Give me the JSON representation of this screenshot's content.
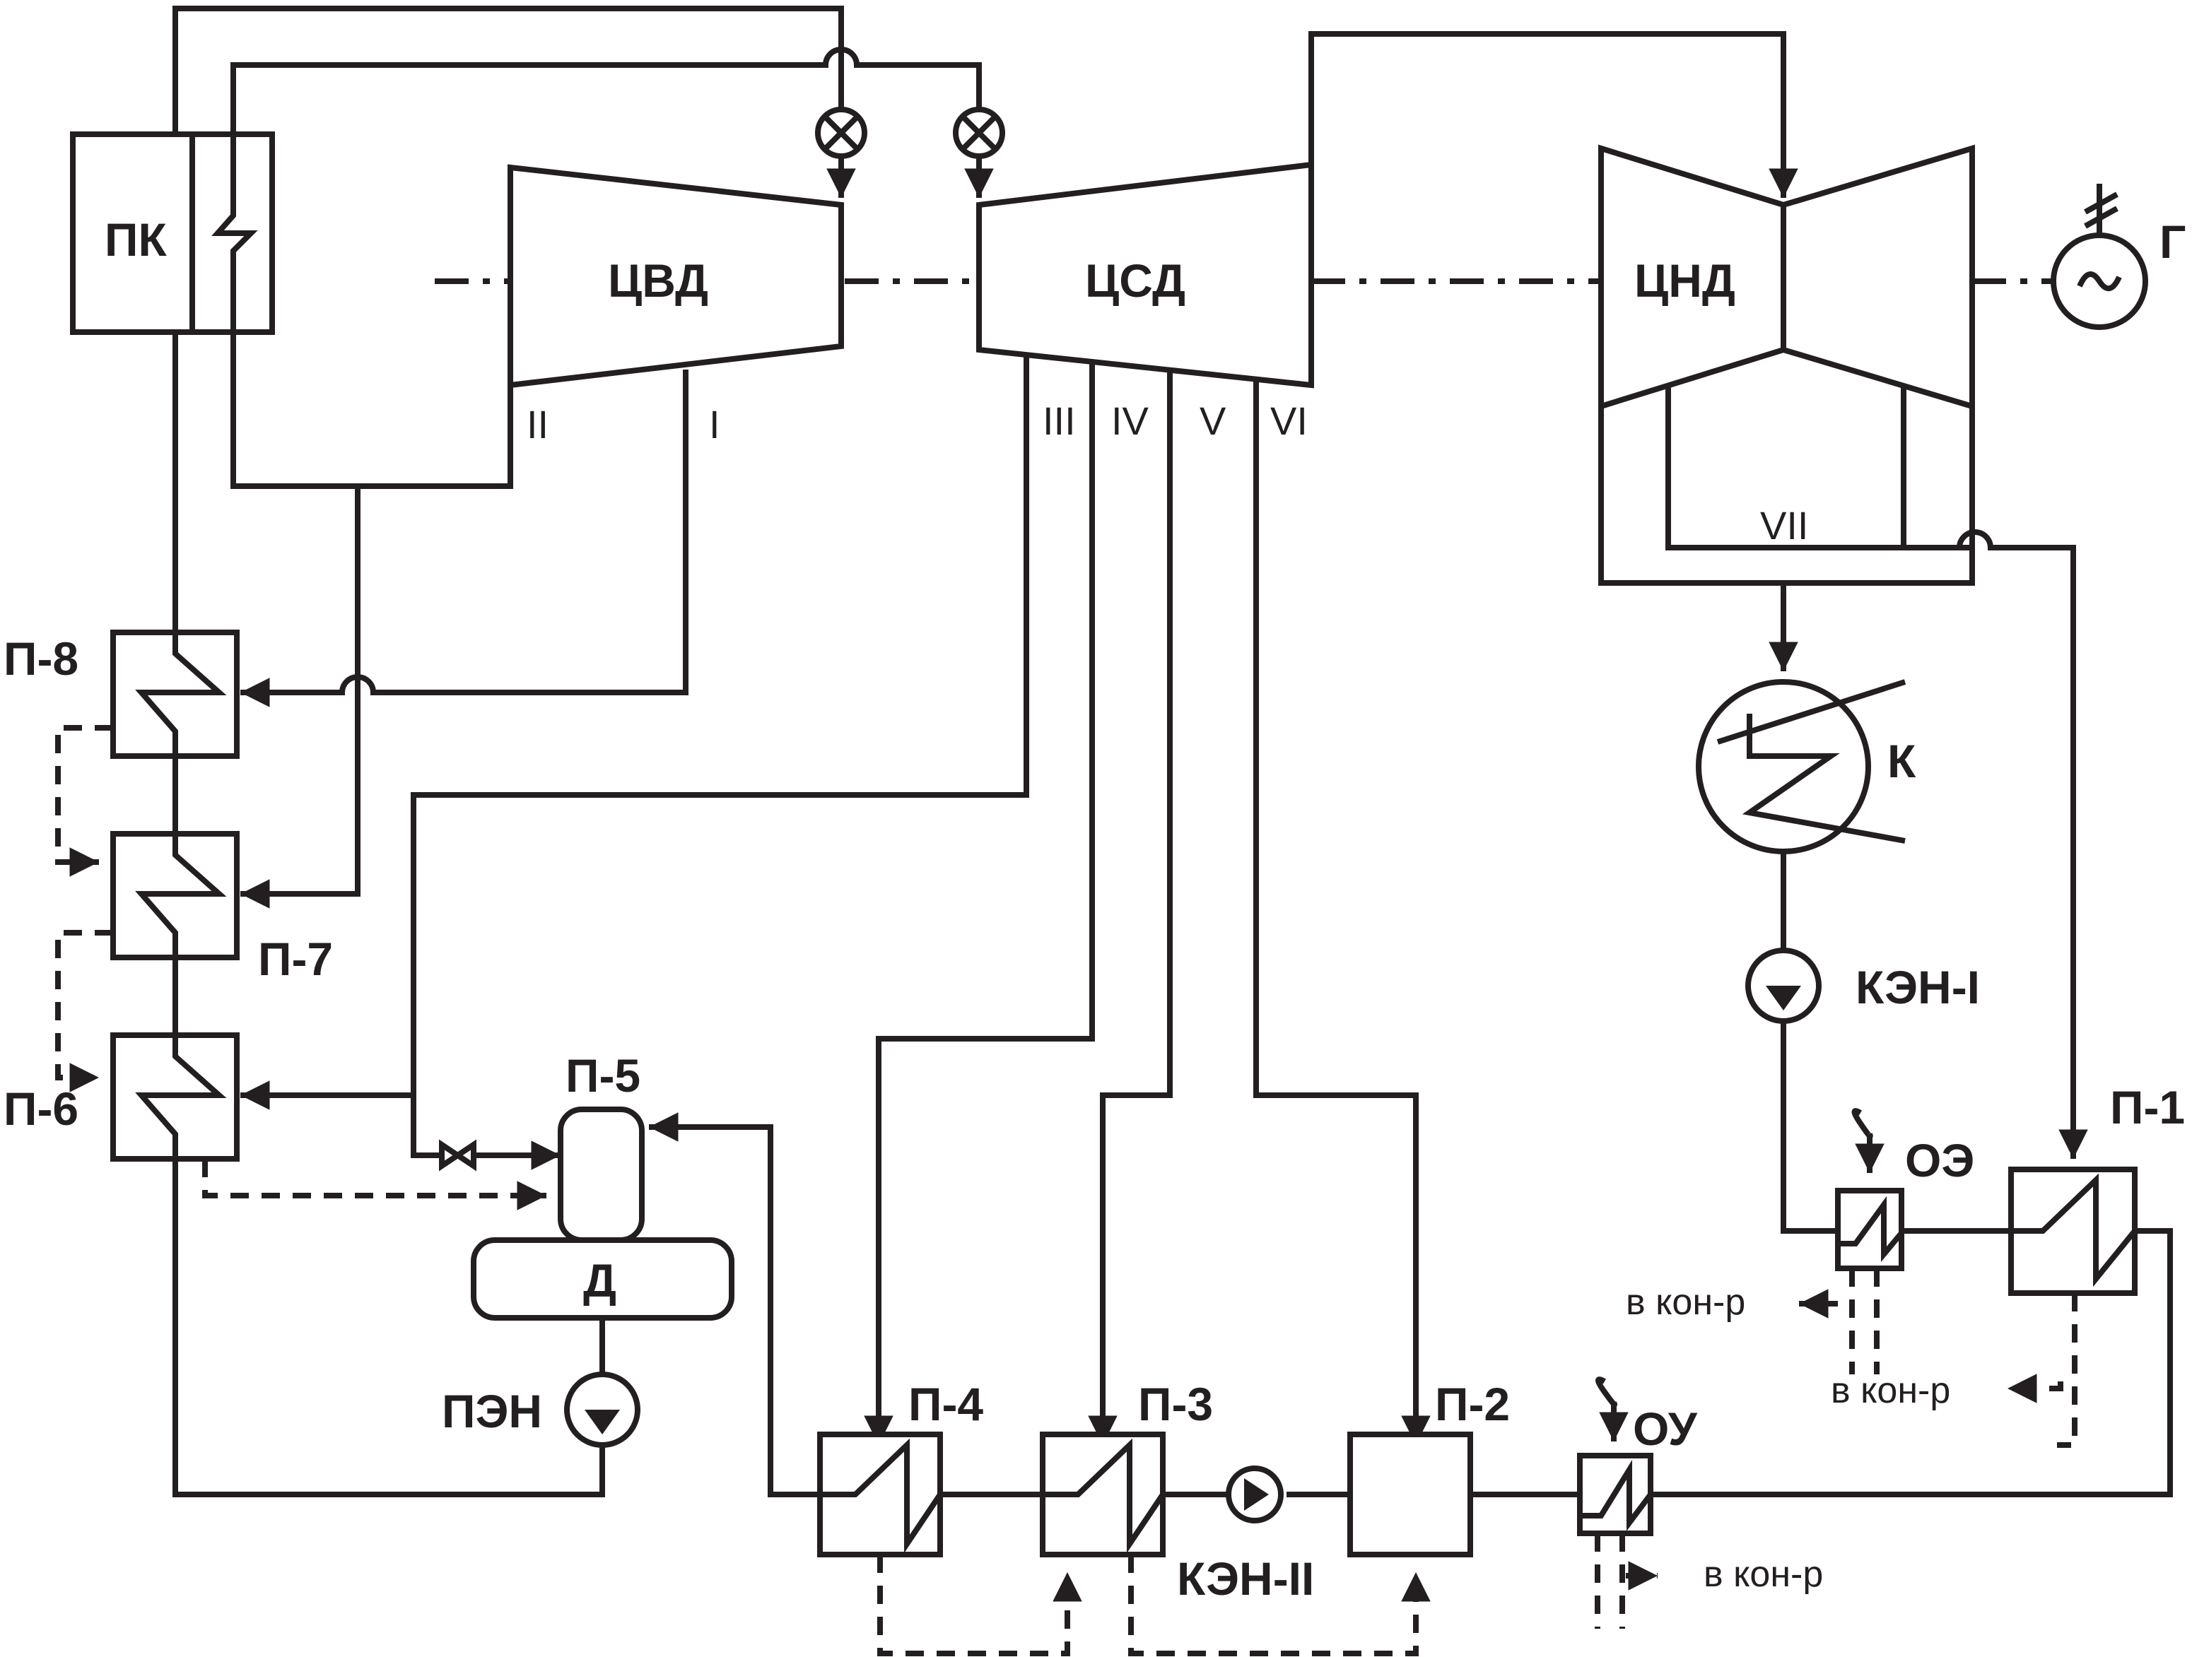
{
  "boiler": {
    "label": "ПК"
  },
  "turbine": {
    "hp_cylinder": "ЦВД",
    "ip_cylinder": "ЦСД",
    "lp_cylinder": "ЦНД",
    "generator": "Г"
  },
  "extractions": [
    "I",
    "II",
    "III",
    "IV",
    "V",
    "VI",
    "VII"
  ],
  "condenser": {
    "label": "К"
  },
  "pumps": {
    "condensate_1": "КЭН-I",
    "condensate_2": "КЭН-II",
    "feed": "ПЭН"
  },
  "deaerator": {
    "label": "Д"
  },
  "heaters": {
    "p1": "П-1",
    "p2": "П-2",
    "p3": "П-3",
    "p4": "П-4",
    "p5": "П-5",
    "p6": "П-6",
    "p7": "П-7",
    "p8": "П-8"
  },
  "coolers": {
    "ejector": "ОЭ",
    "seal": "ОУ"
  },
  "drain_notes": [
    "в кон-р",
    "в кон-р",
    "в кон-р"
  ]
}
